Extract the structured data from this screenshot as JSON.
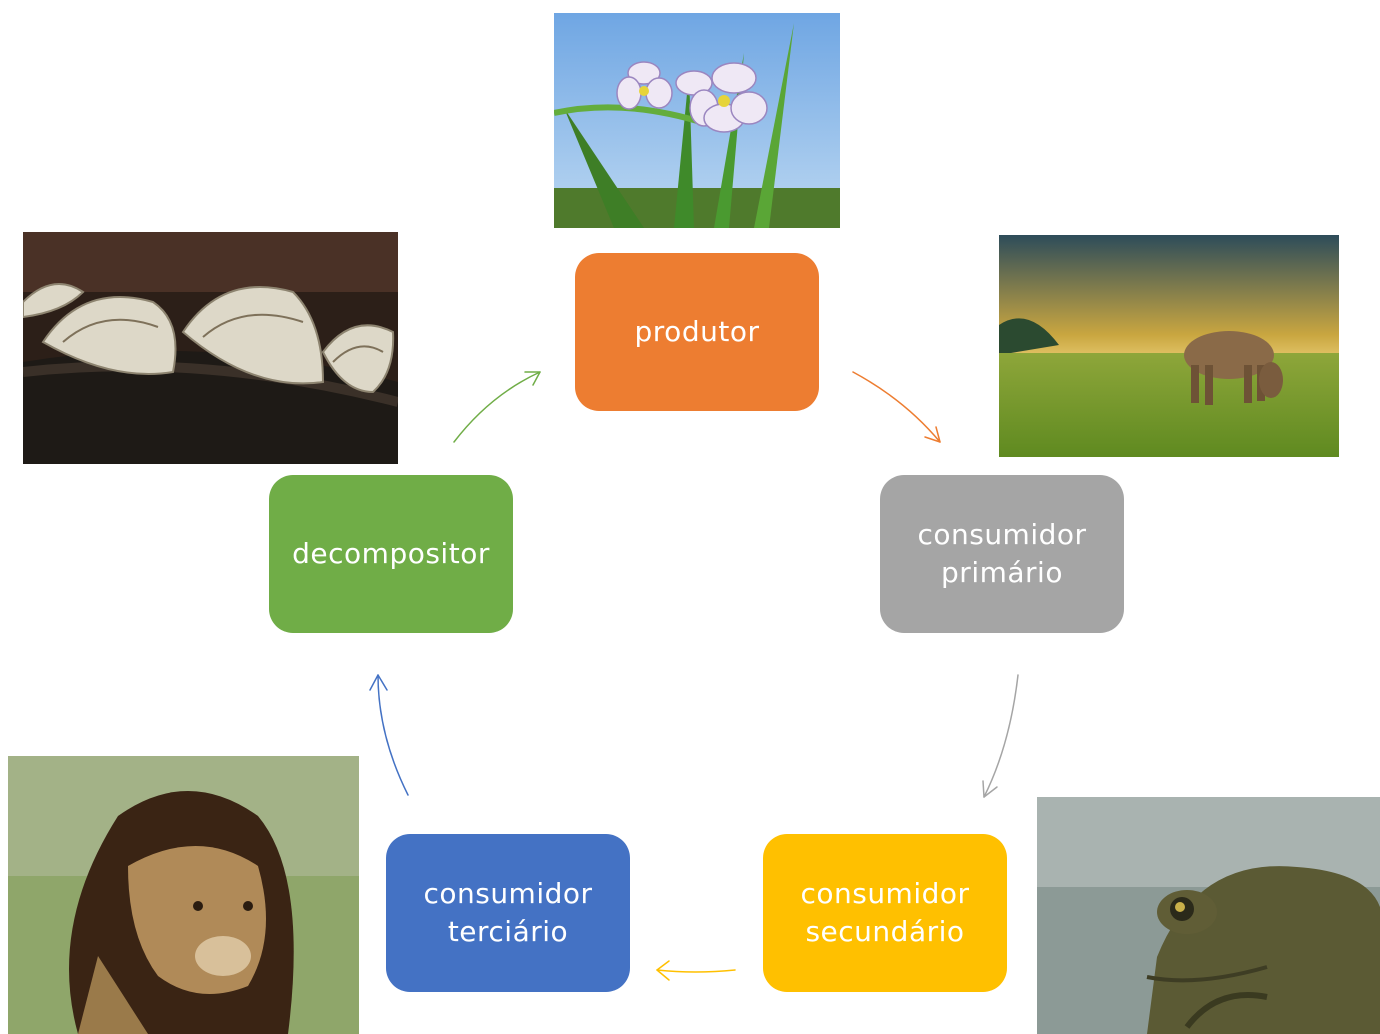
{
  "nodes": {
    "produtor": {
      "label": "produtor",
      "color": "#ED7D31"
    },
    "primario": {
      "label": "consumidor primário",
      "color": "#A5A5A5"
    },
    "secundario": {
      "label": "consumidor secundário",
      "color": "#FFC000"
    },
    "terciario": {
      "label": "consumidor terciário",
      "color": "#4472C4"
    },
    "decompositor": {
      "label": "decompositor",
      "color": "#70AD47"
    }
  },
  "arrow_colors": {
    "produtor_to_primario": "#ED7D31",
    "primario_to_secundario": "#A5A5A5",
    "secundario_to_terciario": "#FFC000",
    "terciario_to_decompositor": "#4472C4",
    "decompositor_to_produtor": "#70AD47"
  },
  "photos": {
    "produtor": "flower-photo",
    "primario": "cow-photo",
    "secundario": "frog-photo",
    "terciario": "lion-photo",
    "decompositor": "mushroom-photo"
  }
}
